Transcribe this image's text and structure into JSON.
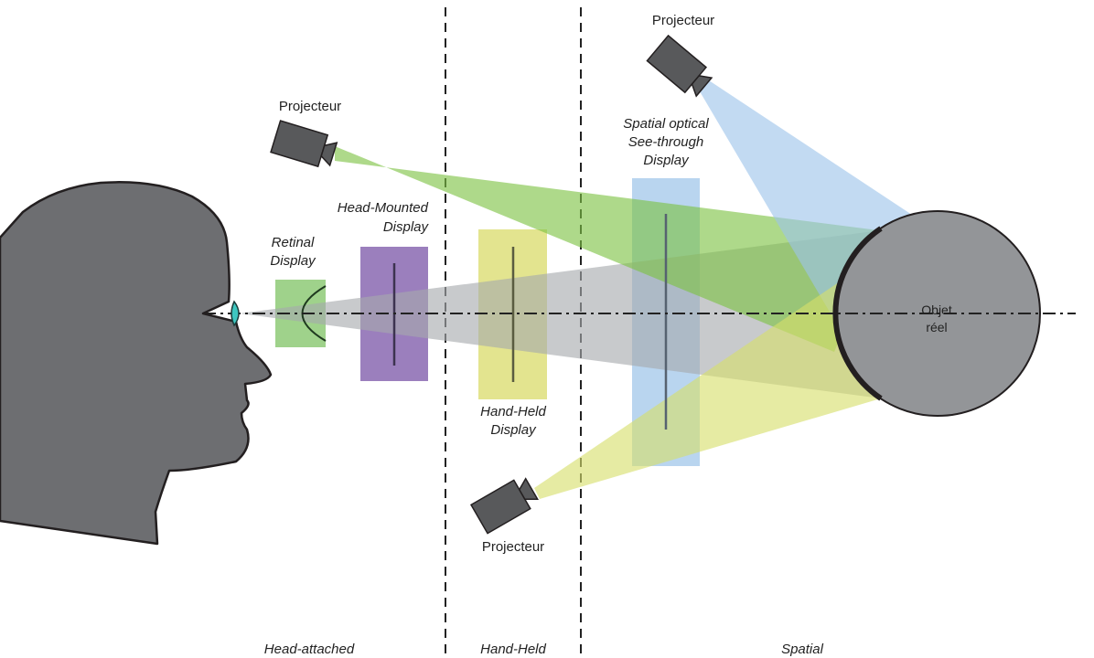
{
  "labels": {
    "projector_top": "Projecteur",
    "projector_left": "Projecteur",
    "projector_bottom": "Projecteur",
    "retinal": [
      "Retinal",
      "Display"
    ],
    "hmd": [
      "Head-Mounted",
      "Display"
    ],
    "handheld": [
      "Hand-Held",
      "Display"
    ],
    "spatial_optical": [
      "Spatial optical",
      "See-through",
      "Display"
    ],
    "object": [
      "Objet",
      "réel"
    ]
  },
  "zones": {
    "head_attached": "Head-attached",
    "hand_held": "Hand-Held",
    "spatial": "Spatial"
  },
  "colors": {
    "head": "#6d6e71",
    "object": "#939598",
    "projector": "#58595b",
    "beam_gray": "#a7a9ac",
    "beam_green": "#7dc242",
    "beam_blue": "#9cc4ea",
    "beam_yellow": "#d6df6a",
    "retinal": "#9fd28b",
    "hmd": "#9b7fbd",
    "handheld": "#e3e48f",
    "spatial_display": "#b9d5ef",
    "eye": "#3ec7c0"
  }
}
